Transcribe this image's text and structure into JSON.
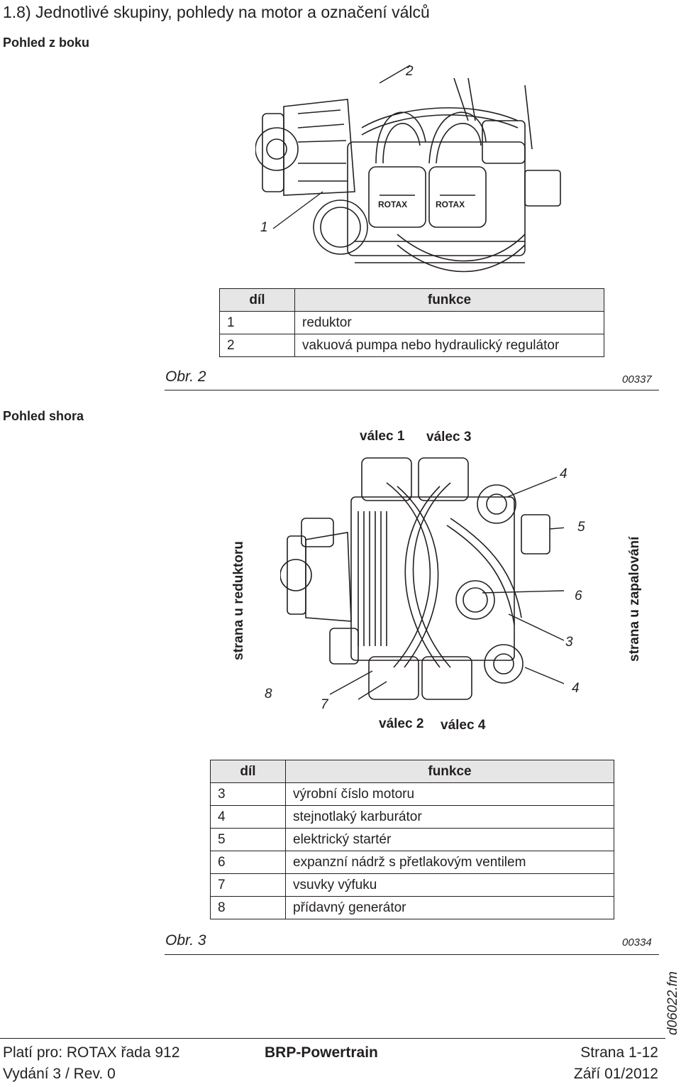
{
  "page": {
    "title": "1.8) Jednotlivé skupiny, pohledy na motor a označení válců",
    "side_code": "d06022.fm"
  },
  "fig2": {
    "heading": "Pohled z boku",
    "callouts": {
      "c1": "1",
      "c2": "2"
    },
    "table": {
      "headers": [
        "díl",
        "funkce"
      ],
      "rows": [
        [
          "1",
          "reduktor"
        ],
        [
          "2",
          "vakuová pumpa nebo hydraulický regulátor"
        ]
      ]
    },
    "label": "Obr. 2",
    "number": "00337"
  },
  "fig3": {
    "heading": "Pohled shora",
    "cylinders": {
      "top_left": "válec 1",
      "top_right": "válec 3",
      "bottom_left": "válec 2",
      "bottom_right": "válec 4"
    },
    "side_left": "strana u reduktoru",
    "side_right": "strana u zapalování",
    "callouts": {
      "c4a": "4",
      "c5": "5",
      "c6": "6",
      "c3": "3",
      "c4b": "4",
      "c8": "8",
      "c7": "7"
    },
    "table": {
      "headers": [
        "díl",
        "funkce"
      ],
      "rows": [
        [
          "3",
          "výrobní číslo motoru"
        ],
        [
          "4",
          "stejnotlaký karburátor"
        ],
        [
          "5",
          "elektrický startér"
        ],
        [
          "6",
          "expanzní nádrž s přetlakovým ventilem"
        ],
        [
          "7",
          "vsuvky výfuku"
        ],
        [
          "8",
          "přídavný generátor"
        ]
      ]
    },
    "label": "Obr. 3",
    "number": "00334"
  },
  "footer": {
    "left1": "Platí pro: ROTAX řada 912",
    "left2": "Vydání 3 / Rev. 0",
    "center": "BRP-Powertrain",
    "right1": "Strana 1-12",
    "right2": "Září 01/2012"
  }
}
